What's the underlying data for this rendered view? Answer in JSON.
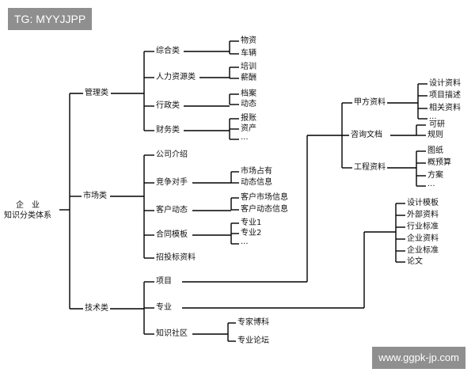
{
  "watermark_top": "TG: MYYJJPP",
  "watermark_bottom": "www.ggpk-jp.com",
  "root": {
    "line1": "企　业",
    "line2": "知识分类体系"
  },
  "categories": [
    {
      "label": "管理类",
      "children": [
        {
          "label": "综合类",
          "children": [
            "物资",
            "车辆"
          ]
        },
        {
          "label": "人力资源类",
          "children": [
            "培训",
            "薪酬"
          ]
        },
        {
          "label": "行政类",
          "children": [
            "档案",
            "动态"
          ]
        },
        {
          "label": "财务类",
          "children": [
            "报账",
            "资产",
            "..."
          ]
        }
      ]
    },
    {
      "label": "市场类",
      "children": [
        {
          "label": "公司介绍",
          "children": []
        },
        {
          "label": "竞争对手",
          "children": [
            "市场占有",
            "动态信息"
          ]
        },
        {
          "label": "客户动态",
          "children": [
            "客户市场信息",
            "客户动态信息"
          ]
        },
        {
          "label": "合同模板",
          "children": [
            "专业1",
            "专业2",
            "..."
          ]
        },
        {
          "label": "招投标资料",
          "children": []
        }
      ]
    },
    {
      "label": "技术类",
      "children": [
        {
          "label": "项目",
          "children": []
        },
        {
          "label": "专业",
          "children": []
        },
        {
          "label": "知识社区",
          "children": [
            "专家博科",
            "专业论坛"
          ]
        }
      ]
    }
  ],
  "project_branch": [
    {
      "label": "甲方资料",
      "children": [
        "设计资料",
        "项目描述",
        "相关资料",
        "..."
      ]
    },
    {
      "label": "咨询文档",
      "children": [
        "可研",
        "规则"
      ]
    },
    {
      "label": "工程资料",
      "children": [
        "图纸",
        "概预算",
        "方案",
        "..."
      ]
    }
  ],
  "specialty_branch": [
    "设计模板",
    "外部资料",
    "行业标准",
    "企业资料",
    "企业标准",
    "论文"
  ]
}
